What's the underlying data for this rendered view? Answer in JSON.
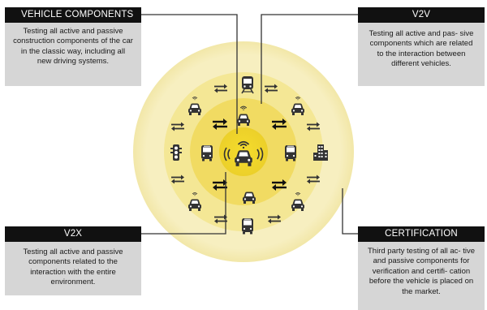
{
  "panels": {
    "vehicle_components": {
      "title": "VEHICLE COMPONENTS",
      "text": "Testing all active and passive construction components of the car in the classic way, including all new driving systems."
    },
    "v2v": {
      "title": "V2V",
      "text": "Testing all active and pas- sive components which are related to the interaction between different vehicles."
    },
    "v2x": {
      "title": "V2X",
      "text": "Testing all active and passive components related to the interaction with the entire environment."
    },
    "certification": {
      "title": "CERTIFICATION",
      "text": "Third party testing of all ac- tive and passive components for verification and certifi- cation before the vehicle is placed on the market."
    }
  },
  "colors": {
    "outer_ring": "#f8f1c4",
    "middle_ring": "#f5e896",
    "inner_ring": "#f1dc58",
    "center": "#edcf1f",
    "header": "#111111",
    "body": "#d6d6d6",
    "icon": "#333333"
  },
  "icons": {
    "center": "connected-car-icon",
    "outer_ring": [
      "train-icon",
      "connected-car-icon",
      "building-icon",
      "connected-car-icon",
      "bus-icon",
      "connected-car-icon",
      "traffic-light-icon",
      "connected-car-icon"
    ],
    "inner_ring": [
      "connected-car-icon",
      "bus-icon",
      "car-icon",
      "bus-icon"
    ],
    "arrows": "bidirectional-arrow-icon"
  }
}
